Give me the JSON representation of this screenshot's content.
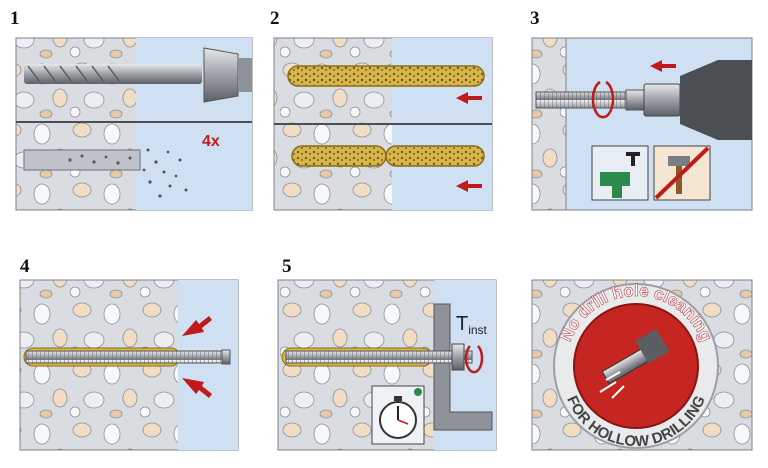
{
  "steps": [
    {
      "number": "1",
      "note": "4x"
    },
    {
      "number": "2"
    },
    {
      "number": "3"
    },
    {
      "number": "4"
    },
    {
      "number": "5",
      "torque_label": "T",
      "torque_sub": "inst"
    },
    {
      "number": ""
    }
  ],
  "badge": {
    "top_text": "No drill hole cleaning",
    "bottom_text": "FOR HOLLOW DRILLING"
  },
  "colors": {
    "concrete": "#d9dce1",
    "stone_tan": "#f1ddc4",
    "stone_light": "#f7f8fa",
    "sky": "#cfe0f2",
    "arrow_red": "#c01a1a",
    "badge_red": "#c52622",
    "mortar_gold": "#d8b64b"
  },
  "icons": {
    "step3_ok": "hammer-drill-icon",
    "step3_forbidden": "hammer-crossed-icon",
    "step5_timer": "stopwatch-icon"
  }
}
